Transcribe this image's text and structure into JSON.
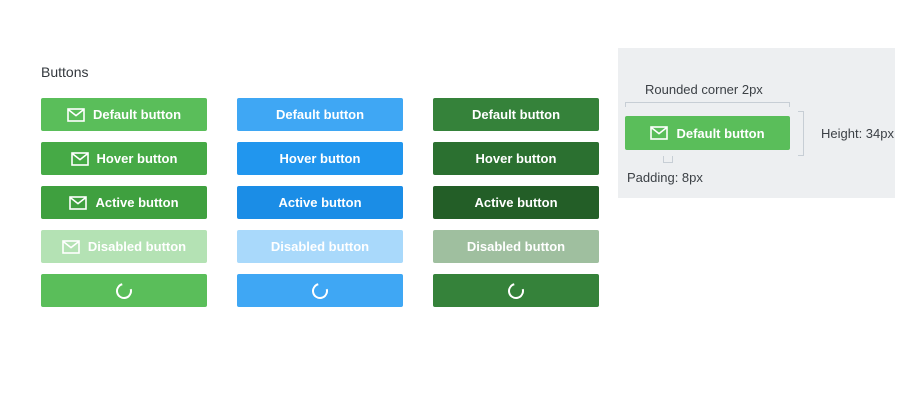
{
  "page": {
    "title": "Buttons"
  },
  "colors": {
    "panel_bg": "#edeff1",
    "bracket_line": "#c7ced5",
    "annotation_text": "#3c4146",
    "button_text": "#ffffff"
  },
  "icons": {
    "envelope": "envelope-icon ✉",
    "spinner": "loading-spinner-icon ↻"
  },
  "columns": [
    {
      "name": "green",
      "has_icon": true,
      "colors": {
        "default": "#5abe5a",
        "hover": "#46aa46",
        "active": "#3fa03f",
        "disabled": "#b4e2b4",
        "loading": "#5abe5a"
      },
      "buttons": [
        {
          "state": "default",
          "label": "Default button"
        },
        {
          "state": "hover",
          "label": "Hover button"
        },
        {
          "state": "active",
          "label": "Active button"
        },
        {
          "state": "disabled",
          "label": "Disabled button"
        },
        {
          "state": "loading",
          "label": ""
        }
      ]
    },
    {
      "name": "blue",
      "has_icon": false,
      "colors": {
        "default": "#3fa7f4",
        "hover": "#2196ee",
        "active": "#1b8de6",
        "disabled": "#a9d9fb",
        "loading": "#3fa7f4"
      },
      "buttons": [
        {
          "state": "default",
          "label": "Default button"
        },
        {
          "state": "hover",
          "label": "Hover button"
        },
        {
          "state": "active",
          "label": "Active button"
        },
        {
          "state": "disabled",
          "label": "Disabled button"
        },
        {
          "state": "loading",
          "label": ""
        }
      ]
    },
    {
      "name": "dark-green",
      "has_icon": false,
      "colors": {
        "default": "#35823a",
        "hover": "#2b7030",
        "active": "#235e27",
        "disabled": "#9fbf9f",
        "loading": "#35823a"
      },
      "buttons": [
        {
          "state": "default",
          "label": "Default button"
        },
        {
          "state": "hover",
          "label": "Hover button"
        },
        {
          "state": "active",
          "label": "Active button"
        },
        {
          "state": "disabled",
          "label": "Disabled button"
        },
        {
          "state": "loading",
          "label": ""
        }
      ]
    }
  ],
  "spec_panel": {
    "rounded_corner_label": "Rounded corner 2px",
    "button_label": "Default button",
    "height_label": "Height: 34px",
    "padding_label": "Padding: 8px"
  }
}
